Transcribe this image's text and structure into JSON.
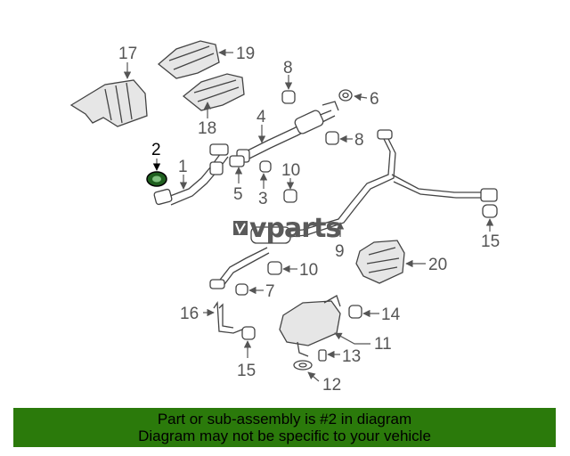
{
  "diagram": {
    "callouts": [
      "1",
      "2",
      "3",
      "4",
      "5",
      "6",
      "7",
      "8",
      "8",
      "9",
      "10",
      "10",
      "11",
      "12",
      "13",
      "14",
      "15",
      "15",
      "16",
      "17",
      "18",
      "19",
      "20"
    ],
    "highlighted": "2",
    "watermark": "vparts"
  },
  "banner": {
    "line1": "Part or sub-assembly is #2 in diagram",
    "line2": "Diagram may not be specific to your vehicle",
    "color": "#2b7a0b"
  }
}
